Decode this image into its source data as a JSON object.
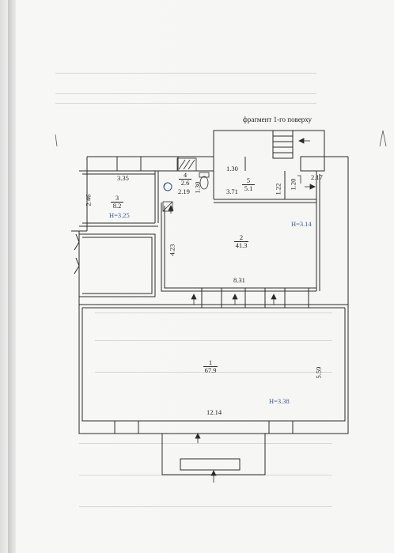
{
  "header": {
    "fragment_label": "фрагмент 1-го поверху"
  },
  "rooms": [
    {
      "number": "1",
      "area": "67.9",
      "height": "H=3.38"
    },
    {
      "number": "2",
      "area": "41.3",
      "height": "H=3.14"
    },
    {
      "number": "3",
      "area": "8.2",
      "height": "H=3.25"
    },
    {
      "number": "4",
      "area": "2.6"
    },
    {
      "number": "5",
      "area": "5.1"
    }
  ],
  "dimensions": {
    "d335": "3.35",
    "d246": "2.46",
    "d130": "1.30",
    "d219": "2.19",
    "d130v": "1.30",
    "d371": "3.71",
    "d122": "1.22",
    "d120": "1.20",
    "d217": "2.17",
    "d423": "4.23",
    "d831": "8.31",
    "d559": "5.59",
    "d1214": "12.14"
  }
}
